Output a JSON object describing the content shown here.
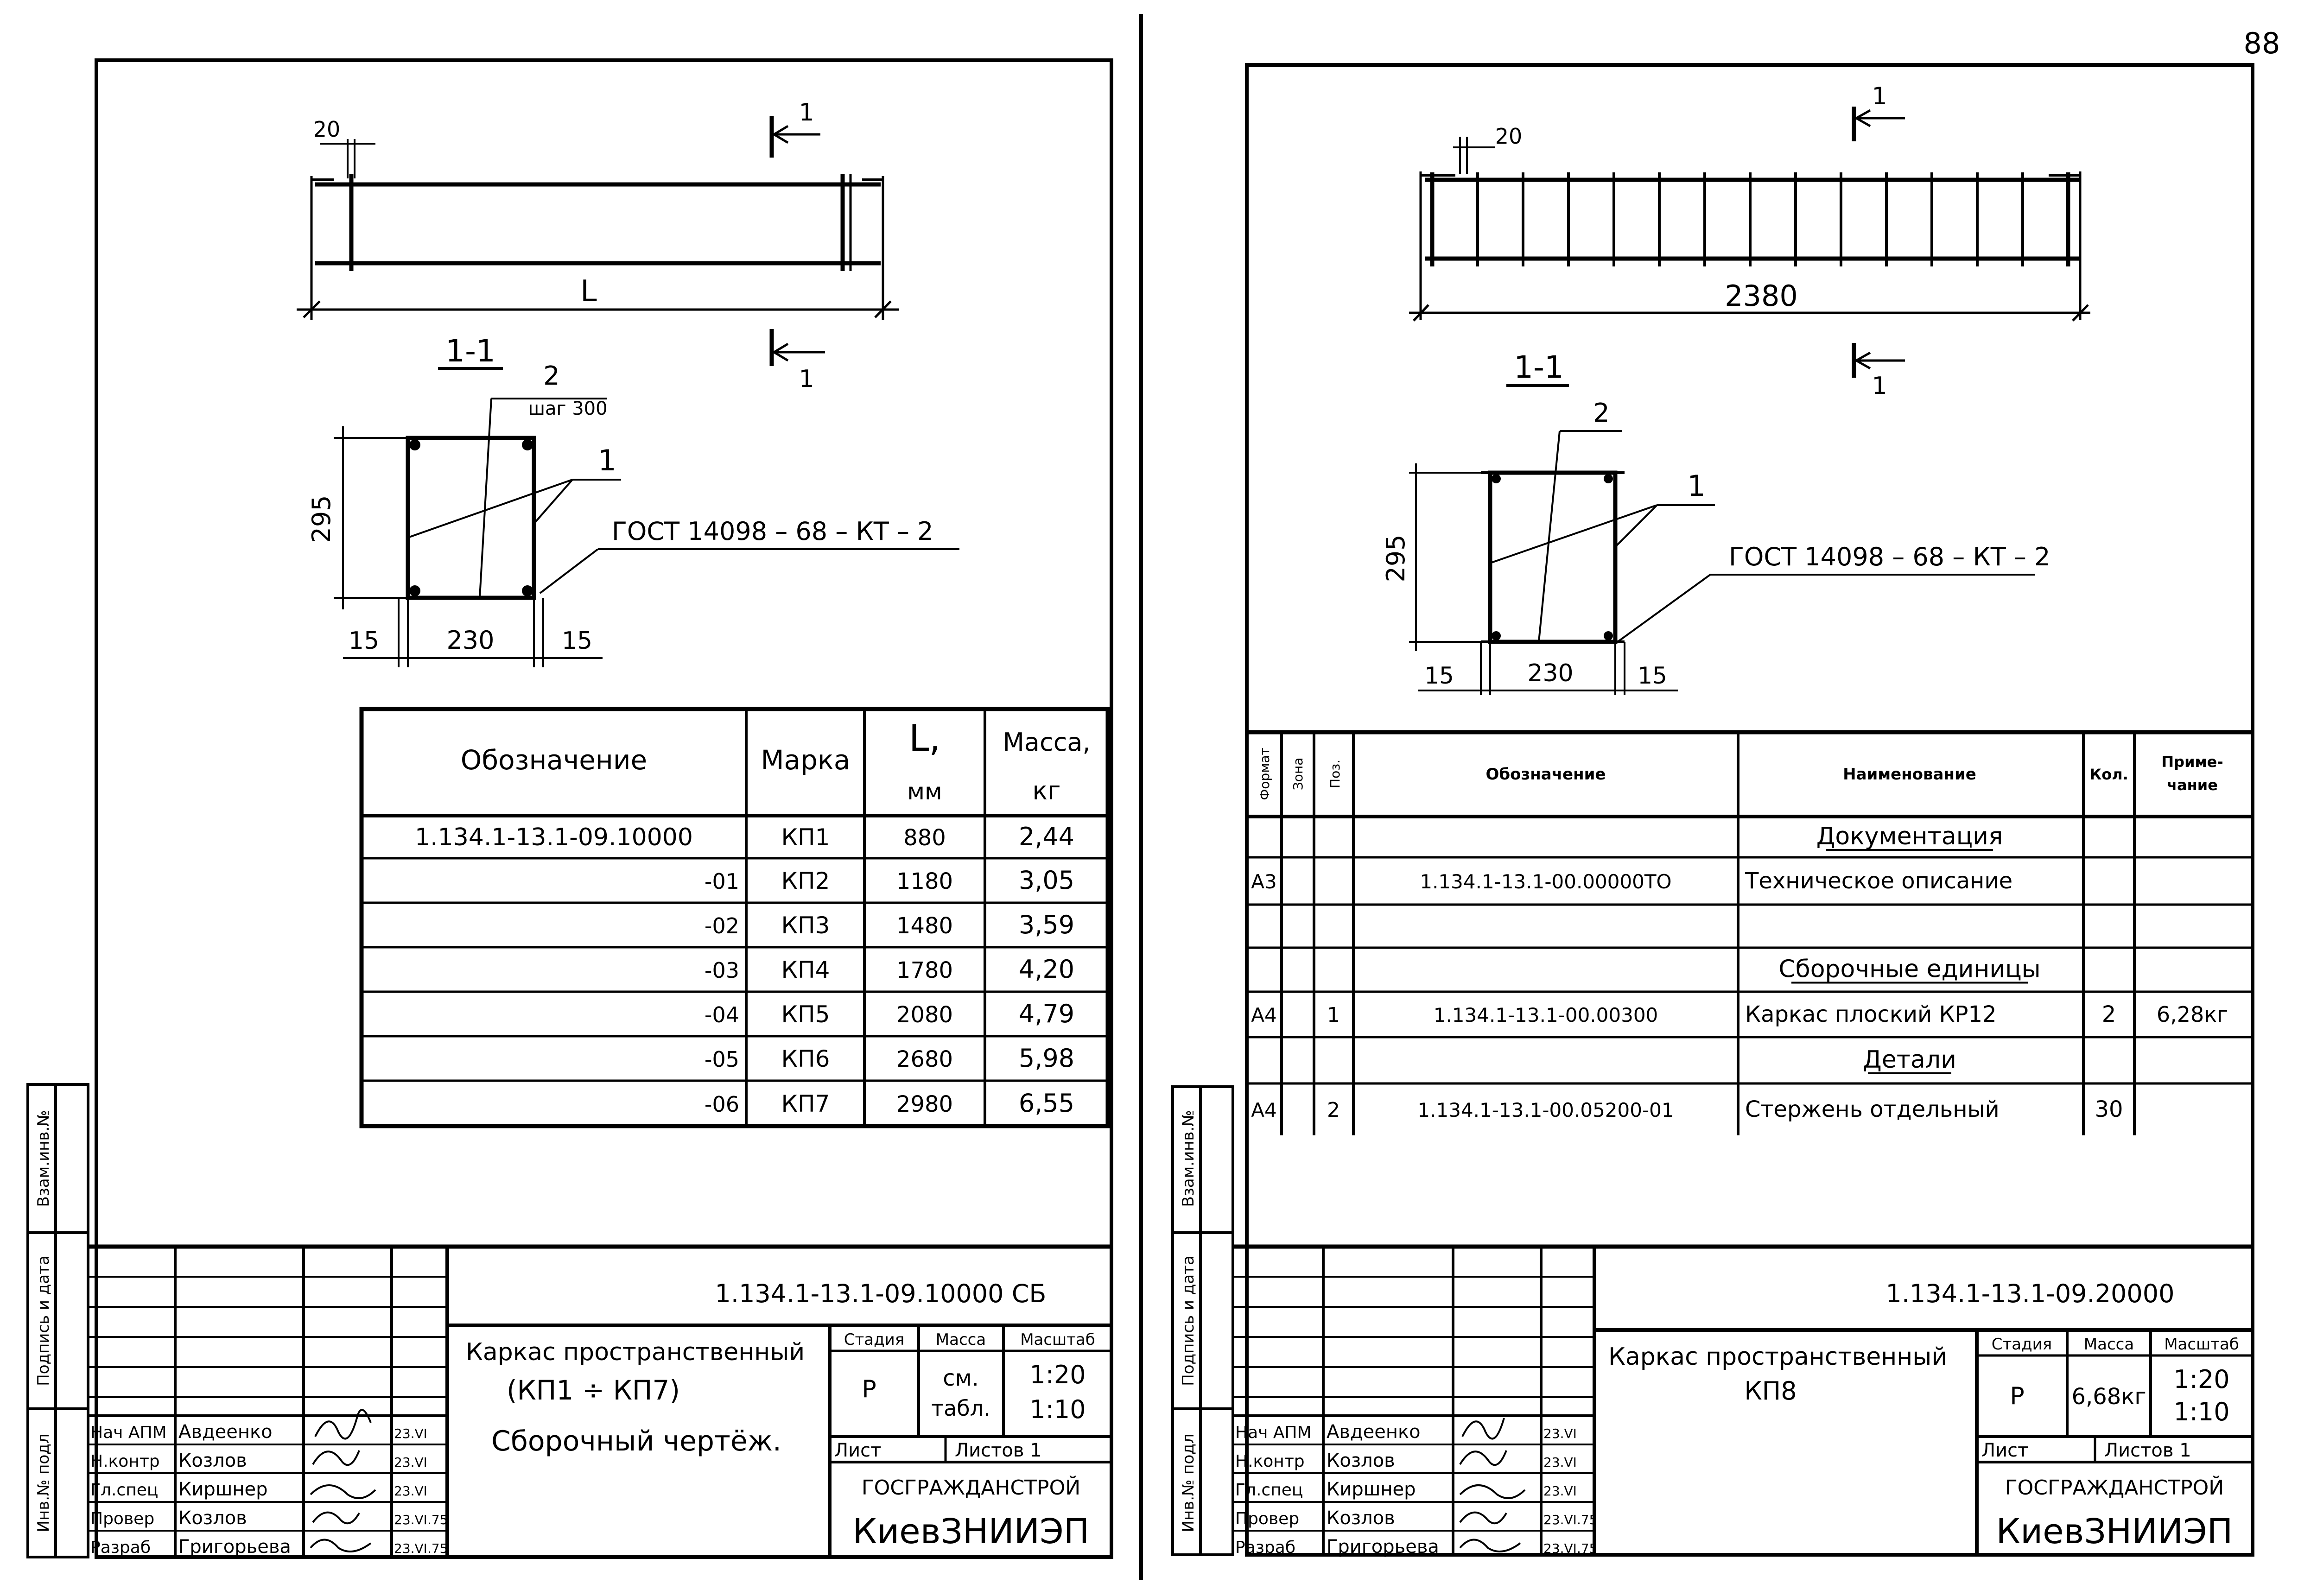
{
  "page_number": "88",
  "left": {
    "elevation": {
      "dim_end": "20",
      "length": "L",
      "section_mark": "1"
    },
    "section": {
      "title": "1-1",
      "pos2": "2",
      "pitch": "шаг 300",
      "pos1": "1",
      "height": "295",
      "edge_l": "15",
      "width": "230",
      "edge_r": "15",
      "weld": "ГОСТ 14098 – 68 – КТ – 2"
    },
    "table": {
      "headers": [
        "Обозначение",
        "Марка",
        "L,",
        "мм",
        "Масса,",
        "кг"
      ],
      "rows": [
        [
          "1.134.1-13.1-09.10000",
          "КП1",
          "880",
          "2,44"
        ],
        [
          "-01",
          "КП2",
          "1180",
          "3,05"
        ],
        [
          "-02",
          "КП3",
          "1480",
          "3,59"
        ],
        [
          "-03",
          "КП4",
          "1780",
          "4,20"
        ],
        [
          "-04",
          "КП5",
          "2080",
          "4,79"
        ],
        [
          "-05",
          "КП6",
          "2680",
          "5,98"
        ],
        [
          "-06",
          "КП7",
          "2980",
          "6,55"
        ]
      ]
    },
    "stamp": {
      "code": "1.134.1-13.1-09.10000 СБ",
      "title1": "Каркас пространственный",
      "title2": "(КП1 ÷ КП7)",
      "title3": "Сборочный чертёж.",
      "stage_h": "Стадия",
      "mass_h": "Масса",
      "scale_h": "Масштаб",
      "stage": "Р",
      "mass1": "см.",
      "mass2": "табл.",
      "scale1": "1:20",
      "scale2": "1:10",
      "sheet": "Лист",
      "sheets": "Листов 1",
      "org1": "ГОСГРАЖДАНСТРОЙ",
      "org2": "КиевЗНИИЭП",
      "people": [
        [
          "Нач АПМ",
          "Авдеенко",
          "23.VI"
        ],
        [
          "Н.контр",
          "Козлов",
          "23.VI"
        ],
        [
          "Гл.спец",
          "Киршнер",
          "23.VI"
        ],
        [
          "Провер",
          "Козлов",
          "23.VI.75"
        ],
        [
          "Разраб",
          "Григорьева",
          "23.VI.75"
        ]
      ]
    }
  },
  "right": {
    "elevation": {
      "dim_end": "20",
      "length": "2380",
      "section_mark": "1"
    },
    "section": {
      "title": "1-1",
      "pos2": "2",
      "pos1": "1",
      "height": "295",
      "edge_l": "15",
      "width": "230",
      "edge_r": "15",
      "weld": "ГОСТ 14098 – 68 – КТ – 2"
    },
    "spec": {
      "headers": [
        "Формат",
        "Зона",
        "Поз.",
        "Обозначение",
        "Наименование",
        "Кол.",
        "Приме-",
        "чание"
      ],
      "rows": [
        [
          "",
          "",
          "",
          "",
          "Документация",
          "",
          ""
        ],
        [
          "А3",
          "",
          "",
          "1.134.1-13.1-00.00000ТО",
          "Техническое описание",
          "",
          ""
        ],
        [
          "",
          "",
          "",
          "",
          "",
          "",
          ""
        ],
        [
          "",
          "",
          "",
          "",
          "Сборочные единицы",
          "",
          ""
        ],
        [
          "А4",
          "",
          "1",
          "1.134.1-13.1-00.00300",
          "Каркас плоский КР12",
          "2",
          "6,28кг"
        ],
        [
          "",
          "",
          "",
          "",
          "Детали",
          "",
          ""
        ],
        [
          "А4",
          "",
          "2",
          "1.134.1-13.1-00.05200-01",
          "Стержень отдельный",
          "30",
          ""
        ]
      ]
    },
    "stamp": {
      "code": "1.134.1-13.1-09.20000",
      "title1": "Каркас пространственный",
      "title2": "КП8",
      "stage_h": "Стадия",
      "mass_h": "Масса",
      "scale_h": "Масштаб",
      "stage": "Р",
      "mass": "6,68кг",
      "scale1": "1:20",
      "scale2": "1:10",
      "sheet": "Лист",
      "sheets": "Листов 1",
      "org1": "ГОСГРАЖДАНСТРОЙ",
      "org2": "КиевЗНИИЭП",
      "people": [
        [
          "Нач АПМ",
          "Авдеенко",
          "23.VI"
        ],
        [
          "Н.контр",
          "Козлов",
          "23.VI"
        ],
        [
          "Гл.спец",
          "Киршнер",
          "23.VI"
        ],
        [
          "Провер",
          "Козлов",
          "23.VI.75"
        ],
        [
          "Разраб",
          "Григорьева",
          "23.VI.75"
        ]
      ]
    }
  },
  "margin_labels": [
    "Взам.инв.№",
    "Подпись и дата",
    "Инв.№ подл"
  ]
}
